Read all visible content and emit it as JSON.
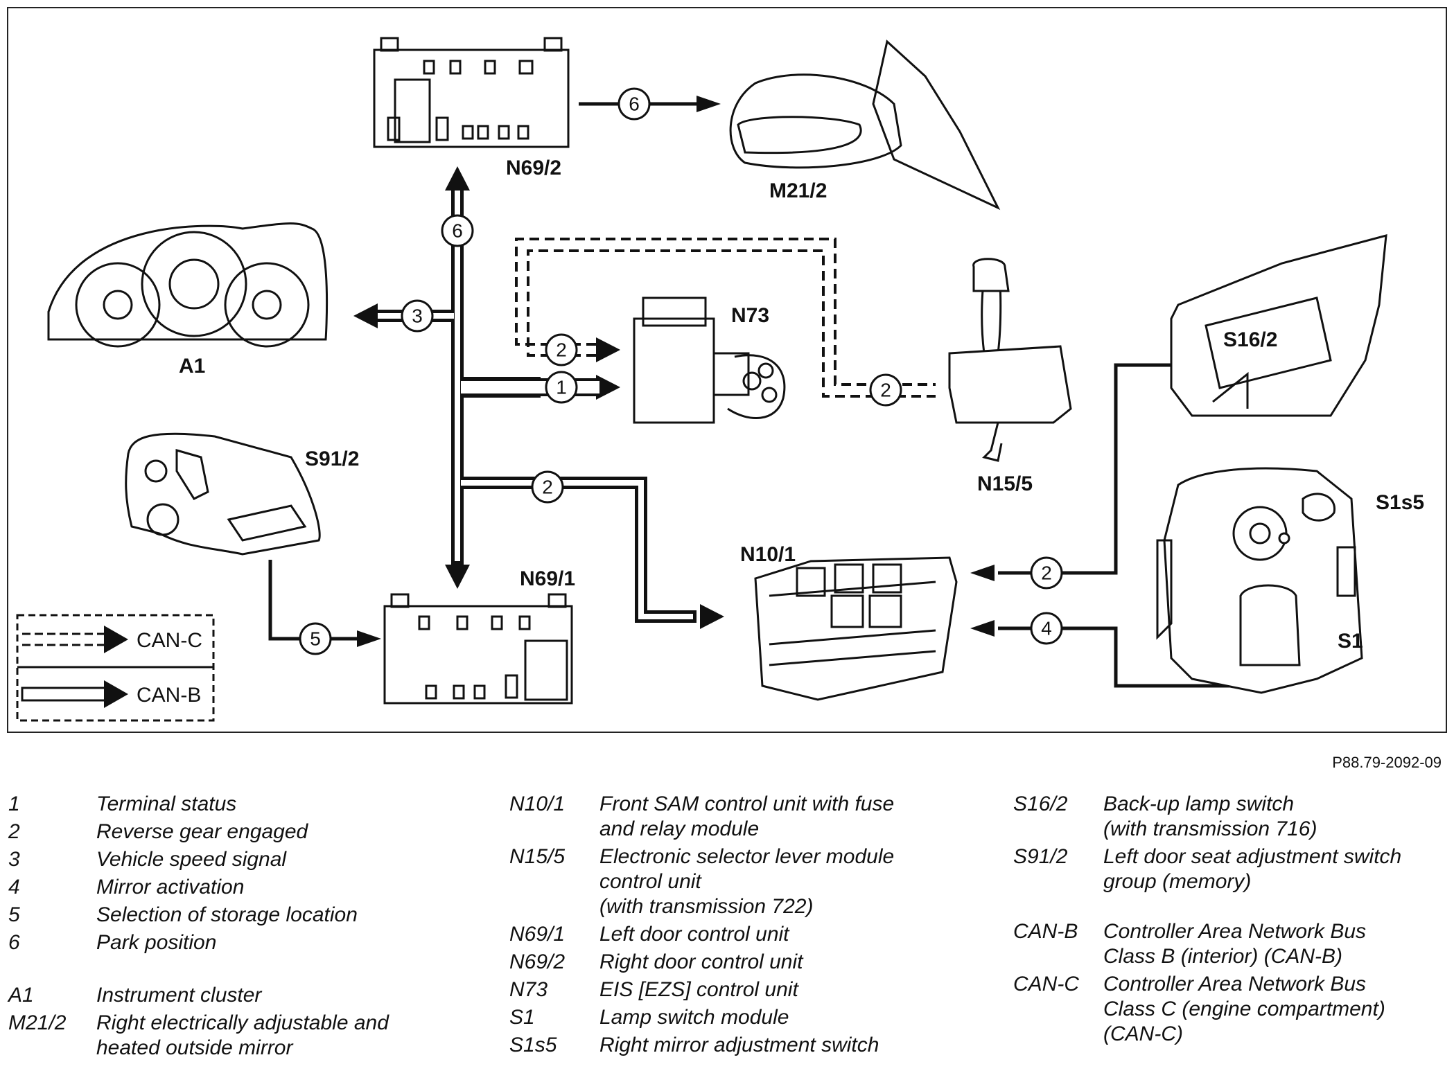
{
  "diagram": {
    "components": {
      "n69_2": "N69/2",
      "m21_2": "M21/2",
      "a1": "A1",
      "n73": "N73",
      "n15_5": "N15/5",
      "s16_2": "S16/2",
      "s91_2": "S91/2",
      "n69_1": "N69/1",
      "n10_1": "N10/1",
      "s1s5": "S1s5",
      "s1": "S1"
    },
    "signals": {
      "n1": "1",
      "n2a": "2",
      "n2b": "2",
      "n2c": "2",
      "n2d": "2",
      "n3": "3",
      "n4": "4",
      "n5": "5",
      "n6a": "6",
      "n6b": "6"
    },
    "legend": {
      "can_c": "CAN-C",
      "can_b": "CAN-B"
    },
    "reference": "P88.79-2092-09"
  },
  "key": {
    "col1": [
      {
        "code": "1",
        "desc": [
          "Terminal status"
        ]
      },
      {
        "code": "2",
        "desc": [
          "Reverse gear engaged"
        ]
      },
      {
        "code": "3",
        "desc": [
          "Vehicle speed signal"
        ]
      },
      {
        "code": "4",
        "desc": [
          "Mirror activation"
        ]
      },
      {
        "code": "5",
        "desc": [
          "Selection of storage location"
        ]
      },
      {
        "code": "6",
        "desc": [
          "Park position"
        ]
      },
      {
        "code": "A1",
        "desc": [
          "Instrument cluster"
        ]
      },
      {
        "code": "M21/2",
        "desc": [
          "Right electrically adjustable and",
          "heated outside mirror"
        ]
      }
    ],
    "col2": [
      {
        "code": "N10/1",
        "desc": [
          "Front SAM control unit with fuse",
          "and relay module"
        ]
      },
      {
        "code": "N15/5",
        "desc": [
          "Electronic selector lever module",
          "control unit",
          "(with transmission 722)"
        ]
      },
      {
        "code": "N69/1",
        "desc": [
          "Left door control unit"
        ]
      },
      {
        "code": "N69/2",
        "desc": [
          "Right door control unit"
        ]
      },
      {
        "code": "N73",
        "desc": [
          "EIS [EZS] control unit"
        ]
      },
      {
        "code": "S1",
        "desc": [
          "Lamp switch module"
        ]
      },
      {
        "code": "S1s5",
        "desc": [
          "Right mirror adjustment switch"
        ]
      }
    ],
    "col3": [
      {
        "code": "S16/2",
        "desc": [
          "Back-up lamp switch",
          "(with transmission 716)"
        ]
      },
      {
        "code": "S91/2",
        "desc": [
          "Left door seat adjustment switch",
          "group (memory)"
        ]
      },
      {
        "code": "CAN-B",
        "desc": [
          "Controller Area Network Bus",
          "Class B (interior) (CAN-B)"
        ]
      },
      {
        "code": "CAN-C",
        "desc": [
          "Controller Area Network Bus",
          "Class C (engine compartment)",
          "(CAN-C)"
        ]
      }
    ]
  }
}
